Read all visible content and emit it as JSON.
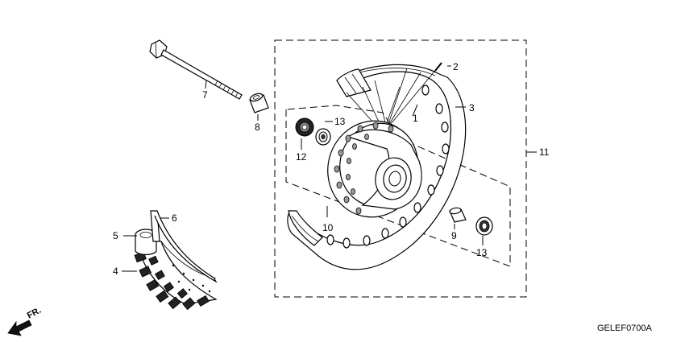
{
  "diagram_code": "GELEF0700A",
  "front_marker": "FR.",
  "callouts": {
    "c1": "1",
    "c2": "2",
    "c3": "3",
    "c4": "4",
    "c5": "5",
    "c6": "6",
    "c7": "7",
    "c8": "8",
    "c9": "9",
    "c10": "10",
    "c11": "11",
    "c12": "12",
    "c13a": "13",
    "c13b": "13"
  }
}
